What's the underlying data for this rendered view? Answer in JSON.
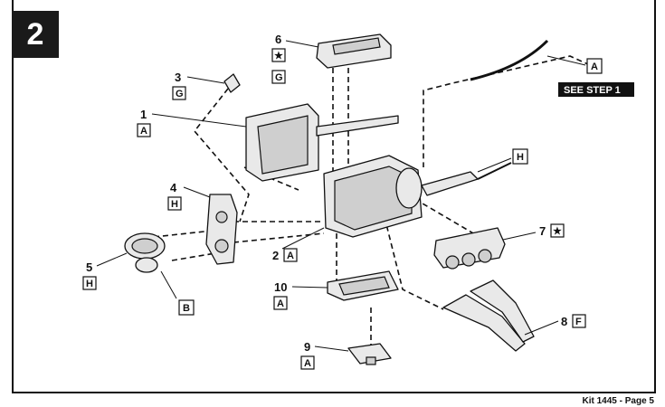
{
  "step_number": "2",
  "footer": "Kit 1445 - Page 5",
  "see_step_label": "SEE STEP 1",
  "callouts": [
    {
      "num": "1",
      "code": "A"
    },
    {
      "num": "2",
      "code": "A"
    },
    {
      "num": "3",
      "code": "G"
    },
    {
      "num": "4",
      "code": "H"
    },
    {
      "num": "5",
      "code": "H"
    },
    {
      "num": "6",
      "code": "G",
      "extra": "★"
    },
    {
      "num": "7",
      "code": "★"
    },
    {
      "num": "8",
      "code": "F"
    },
    {
      "num": "9",
      "code": "A"
    },
    {
      "num": "10",
      "code": "A"
    }
  ],
  "loose_codes": {
    "a_tube": "A",
    "b_belt": "B",
    "h_wire": "H"
  }
}
